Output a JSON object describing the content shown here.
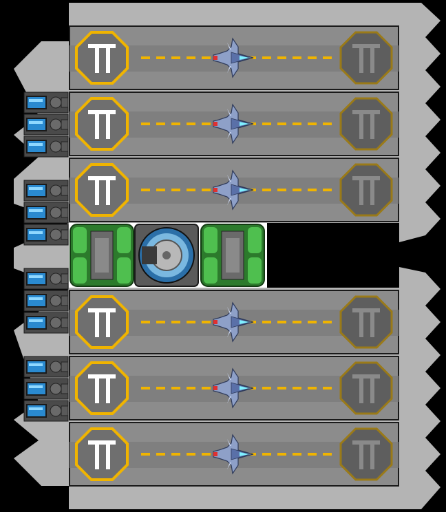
{
  "scene": {
    "type": "ship-blueprint-topdown",
    "background_color": "#000000",
    "hull_color": "#b4b4b4",
    "accent_gold": "#f0b400",
    "accent_blue": "#3aa0e0"
  },
  "hangar_bays": [
    {
      "id": "bay-1",
      "fighter": "fighter-ship-icon",
      "launch_pad": "launch-pad-icon",
      "landing_pad": "landing-pad-icon",
      "launch_pad_state": "active"
    },
    {
      "id": "bay-2",
      "fighter": "fighter-ship-icon",
      "launch_pad": "launch-pad-icon",
      "landing_pad": "landing-pad-icon",
      "launch_pad_state": "active"
    },
    {
      "id": "bay-3",
      "fighter": "fighter-ship-icon",
      "launch_pad": "launch-pad-icon",
      "landing_pad": "landing-pad-icon",
      "launch_pad_state": "active"
    },
    {
      "id": "bay-4",
      "fighter": "fighter-ship-icon",
      "launch_pad": "launch-pad-icon",
      "landing_pad": "landing-pad-icon",
      "launch_pad_state": "active"
    },
    {
      "id": "bay-5",
      "fighter": "fighter-ship-icon",
      "launch_pad": "launch-pad-icon",
      "landing_pad": "landing-pad-icon",
      "launch_pad_state": "active"
    },
    {
      "id": "bay-6",
      "fighter": "fighter-ship-icon",
      "launch_pad": "launch-pad-icon",
      "landing_pad": "landing-pad-icon",
      "launch_pad_state": "active"
    }
  ],
  "engine_groups": [
    {
      "id": "engines-1",
      "count": 3,
      "icon": "thruster-icon"
    },
    {
      "id": "engines-2",
      "count": 3,
      "icon": "thruster-icon"
    },
    {
      "id": "engines-3",
      "count": 3,
      "icon": "thruster-icon"
    },
    {
      "id": "engines-4",
      "count": 3,
      "icon": "thruster-icon"
    }
  ],
  "center_module": {
    "left_tank": "fuel-tank-icon",
    "core": "reactor-core-icon",
    "right_tank": "fuel-tank-icon"
  }
}
